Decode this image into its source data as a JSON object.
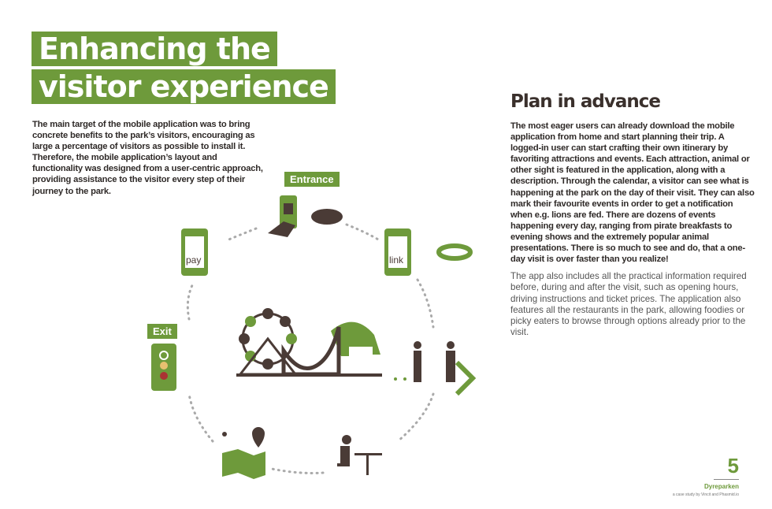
{
  "title": {
    "line1": "Enhancing the",
    "line2": "visitor experience"
  },
  "intro": "The main target of the mobile application was to bring concrete benefits to the park’s visitors, encouraging as large a percentage of visitors as possible to install it. Therefore, the mobile application’s layout and functionality was designed from a user-centric approach, providing assistance to the visitor every step of their journey to the park.",
  "section": {
    "heading": "Plan in advance",
    "bold_text": "The most eager users can already download the mobile application from home and start planning their trip. A logged-in user can start crafting their own itinerary by favoriting attractions and events. Each attraction, animal or other sight is featured in the application, along with a description. Through the calendar, a visitor can see what is happening at the park on the day of their visit. They can also mark their favourite events in order to get a notification when e.g. lions are fed.  There are dozens of events happening every day, ranging from pirate breakfasts to evening shows and the extremely popular animal presentations. There is so much to see and do, that a one-day visit is over faster than you realize!",
    "light_text": "The app also includes all the practical information required before, during and after the visit, such as opening hours, driving instructions and ticket prices. The application also features all the restaurants in the park, allowing foodies or picky eaters to browse through options already prior to the visit."
  },
  "diagram": {
    "entrance": "Entrance",
    "exit": "Exit",
    "pay": "pay",
    "link": "link"
  },
  "footer": {
    "page": "5",
    "brand": "Dyreparken",
    "credit": "a case study by Vincit and Phasmid.io"
  },
  "colors": {
    "green": "#6e9a3b",
    "brown": "#4a3b36"
  }
}
